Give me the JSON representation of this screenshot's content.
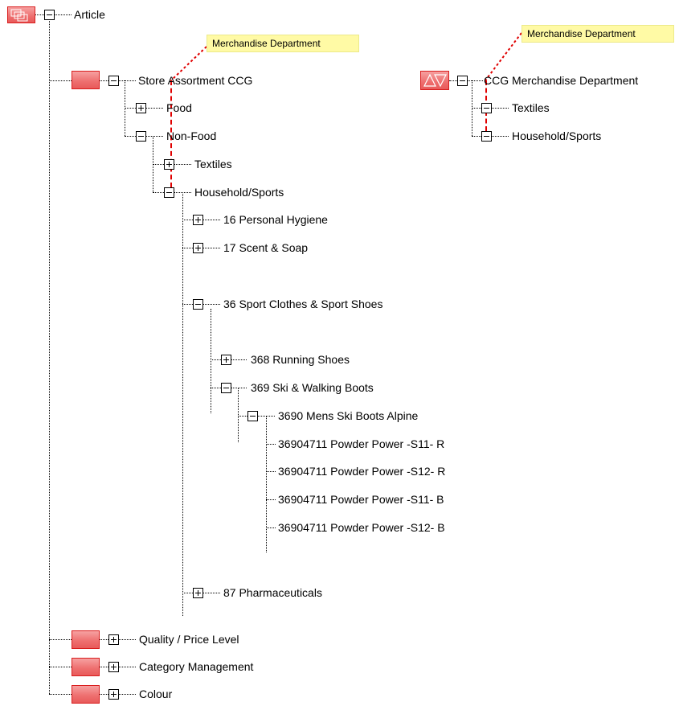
{
  "callouts": {
    "left": "Merchandise Department",
    "right": "Merchandise Department"
  },
  "tree": {
    "root": "Article",
    "store": "Store Assortment CCG",
    "food": "Food",
    "nonfood": "Non-Food",
    "textiles": "Textiles",
    "household": "Household/Sports",
    "n16": "16 Personal Hygiene",
    "n17": "17 Scent & Soap",
    "n36": "36 Sport Clothes & Sport Shoes",
    "n368": "368 Running Shoes",
    "n369": "369 Ski & Walking Boots",
    "n3690": "3690 Mens Ski Boots Alpine",
    "art1": "36904711 Powder Power -S11- R",
    "art2": "36904711 Powder Power -S12- R",
    "art3": "36904711 Powder Power -S11- B",
    "art4": "36904711 Powder Power -S12- B",
    "n87": "87 Pharmaceuticals",
    "quality": "Quality / Price Level",
    "category": "Category Management",
    "colour": "Colour"
  },
  "right_tree": {
    "root": "CCG Merchandise Department",
    "textiles": "Textiles",
    "household": "Household/Sports"
  },
  "colors": {
    "node_fill": "#ee6e6e",
    "node_border": "#d91d1d",
    "highlight_line": "#e00000",
    "callout_fill": "#fffaa5"
  }
}
